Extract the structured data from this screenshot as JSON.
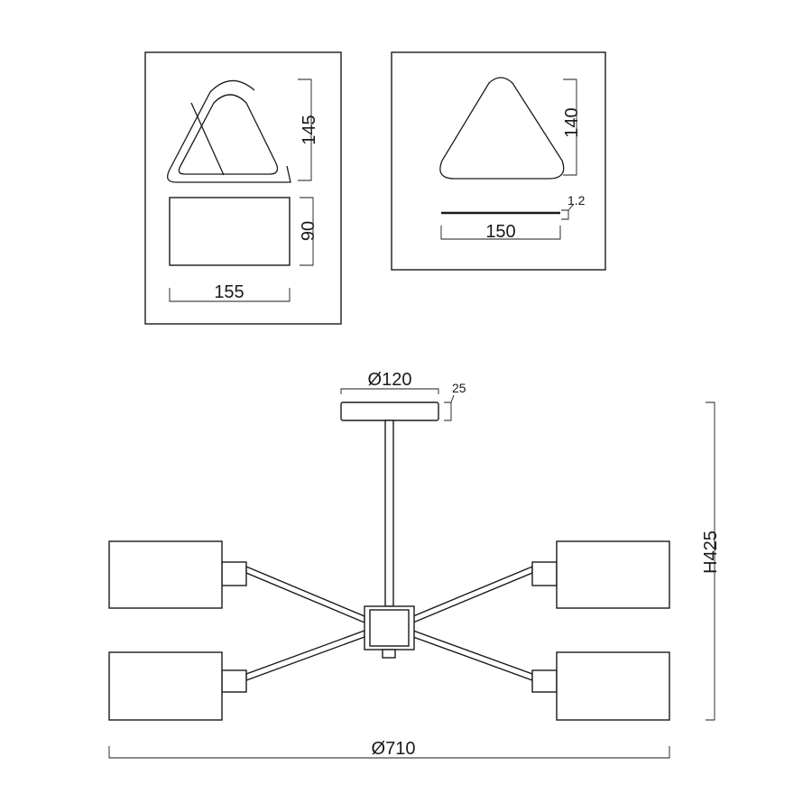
{
  "detail_left": {
    "shade_height": "145",
    "shade_depth": "90",
    "shade_width": "155"
  },
  "detail_right": {
    "shade_height": "140",
    "plate_thickness": "1.2",
    "shade_width": "150"
  },
  "fixture": {
    "canopy_diameter": "Ø120",
    "canopy_height": "25",
    "overall_height": "H425",
    "overall_diameter": "Ø710"
  }
}
